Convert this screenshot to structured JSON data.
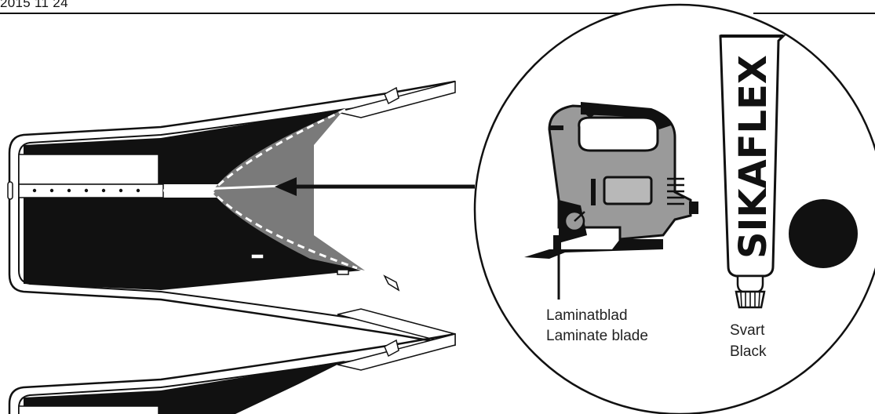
{
  "header": {
    "date": "2015 11 24"
  },
  "tools": {
    "saw_label_sv": "Laminatblad",
    "saw_label_en": "Laminate blade",
    "tube_brand": "SIKAFLEX",
    "tube_color_sv": "Svart",
    "tube_color_en": "Black"
  },
  "icons": [
    "jigsaw-icon",
    "sealant-tube-icon",
    "color-swatch-dot",
    "arrow-icon"
  ],
  "colors": {
    "ink": "#111111",
    "gray_area": "#7a7a7a",
    "saw_body": "#9a9a9a",
    "swatch": "#111111"
  }
}
